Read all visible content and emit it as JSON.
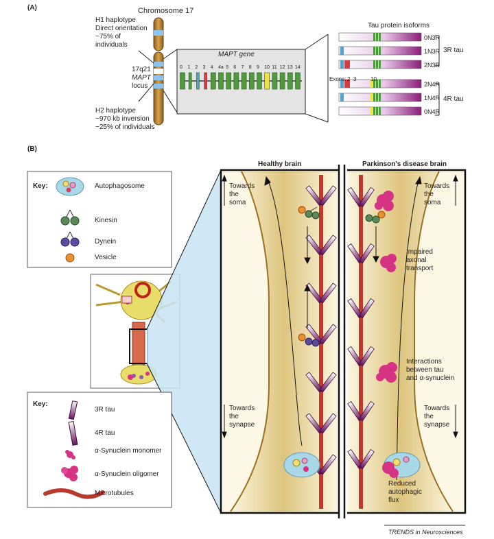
{
  "panel_a": {
    "label": "(A)",
    "chromosome_title": "Chromosome 17",
    "h1": [
      "H1 haplotype",
      "Direct orientation",
      "~75% of",
      "individuals"
    ],
    "locus": [
      "17q21",
      "MAPT",
      "locus"
    ],
    "h2": [
      "H2 haplotype",
      "~970 kb inversion",
      "~25% of individuals"
    ],
    "gene_title": "MAPT gene",
    "exons": [
      "0",
      "1",
      "2",
      "3",
      "4",
      "4a",
      "5",
      "6",
      "7",
      "8",
      "9",
      "10",
      "11",
      "12",
      "13",
      "14"
    ],
    "isoforms_title": "Tau protein isoforms",
    "exons_label": "Exons:",
    "exon_marks": [
      "2",
      "3",
      "10"
    ],
    "isoforms": [
      "0N3R",
      "1N3R",
      "2N3R",
      "2N4R",
      "1N4R",
      "0N4R"
    ],
    "group_3r": "3R tau",
    "group_4r": "4R tau"
  },
  "panel_b": {
    "label": "(B)",
    "key1_title": "Key:",
    "key1_items": [
      "Autophagosome",
      "Kinesin",
      "Dynein",
      "Vesicle"
    ],
    "key2_title": "Key:",
    "key2_items": [
      "3R tau",
      "4R tau",
      "α-Synuclein monomer",
      "α-Synuclein oligomer",
      "Microtubules"
    ],
    "healthy_title": "Healthy brain",
    "pd_title": "Parkinson's disease brain",
    "towards_soma": [
      "Towards",
      "the",
      "soma"
    ],
    "towards_synapse": [
      "Towards",
      "the",
      "synapse"
    ],
    "impaired": [
      "Impaired",
      "axonal",
      "transport"
    ],
    "interactions": [
      "Interactions",
      "between tau",
      "and α-synuclein"
    ],
    "reduced": [
      "Reduced",
      "autophagic",
      "flux"
    ]
  },
  "footer": "TRENDS in Neurosciences",
  "colors": {
    "tan": "#c8a050",
    "axon_gold": "#c9a238",
    "microtubule": "#c0392b",
    "tau_purple": "#7a1f6e",
    "autophagosome": "#a8d8e8",
    "kinesin": "#5a8a5a",
    "dynein": "#5b4a9e",
    "vesicle": "#e89030",
    "synuclein": "#d63384",
    "exon_green": "#4e9a3c",
    "exon_yellow": "#f0e040",
    "exon_blue": "#5aa0d0",
    "exon_red": "#d04040"
  }
}
